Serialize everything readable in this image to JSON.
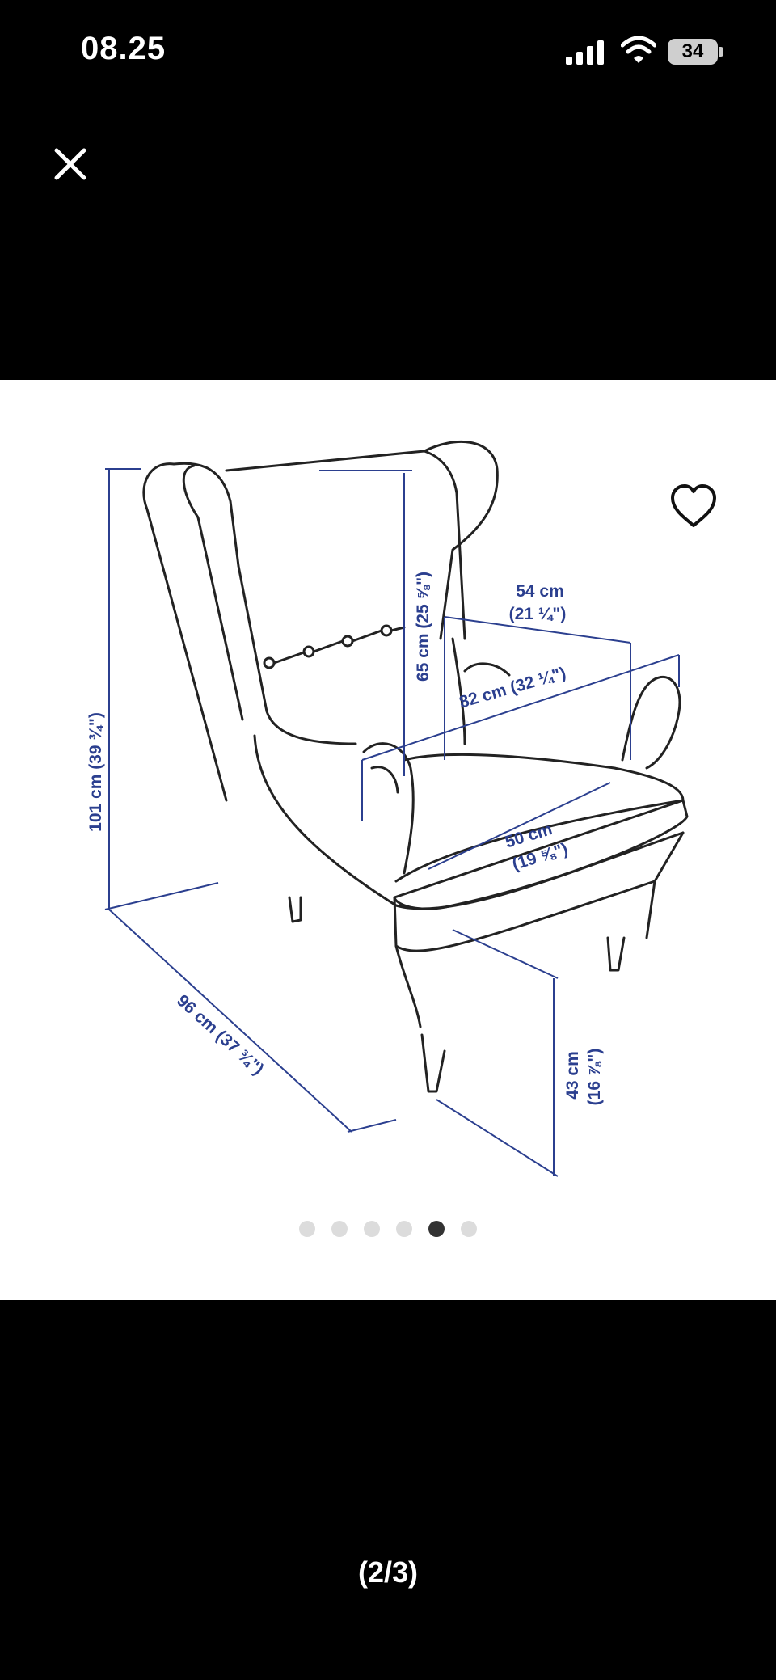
{
  "status_bar": {
    "time": "08.25",
    "battery_level": "34",
    "icons": [
      "signal-icon",
      "wifi-icon",
      "battery-icon"
    ]
  },
  "toolbar": {
    "close_icon": "close-icon",
    "favorite_icon": "heart-icon"
  },
  "image": {
    "dimensions": {
      "height_total": "101 cm (39 ¾\")",
      "back_height": "65 cm (25 ⅝\")",
      "seat_width_inner": "54 cm",
      "seat_width_inner_in": "(21 ¼\")",
      "width_total": "82 cm (32 ¼\")",
      "seat_depth": "50 cm",
      "seat_depth_in": "(19 ⅝\")",
      "depth_total": "96 cm (37 ¾\")",
      "seat_height": "43 cm",
      "seat_height_in": "(16 ⅞\")"
    },
    "accent_color": "#2b3f8f"
  },
  "pagination": {
    "total": 6,
    "active_index": 4
  },
  "counter": "(2/3)"
}
